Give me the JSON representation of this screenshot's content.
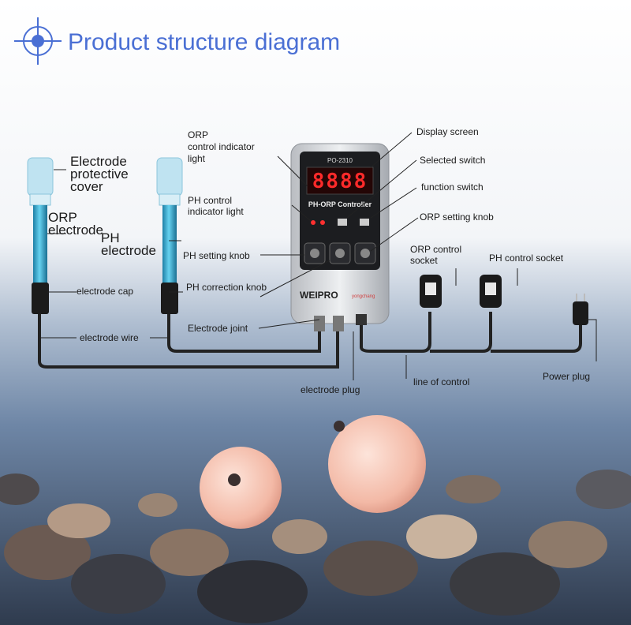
{
  "title": "Product structure diagram",
  "device": {
    "model": "PO-2310",
    "name": "PH-ORP Controller",
    "brand": "WEIPRO",
    "brand_sub": "yongchang",
    "display": "8888"
  },
  "labels": {
    "electrode_protective_cover": [
      "Electrode",
      "protective",
      "cover"
    ],
    "orp_electrode": [
      "ORP",
      "electrode"
    ],
    "ph_electrode": [
      "PH",
      "electrode"
    ],
    "orp_control_indicator_light": [
      "ORP",
      "control indicator",
      "light"
    ],
    "ph_control_indicator_light": [
      "PH control",
      "indicator light"
    ],
    "display_screen": "Display screen",
    "selected_switch": "Selected switch",
    "function_switch": "function switch",
    "orp_setting_knob": "ORP setting knob",
    "ph_setting_knob": "PH setting knob",
    "ph_correction_knob": "PH correction knob",
    "electrode_cap": "electrode cap",
    "electrode_wire": "electrode wire",
    "electrode_joint": "Electrode joint",
    "electrode_plug": "electrode plug",
    "orp_control_socket": [
      "ORP control",
      "socket"
    ],
    "ph_control_socket": "PH control socket",
    "line_of_control": "line of control",
    "power_plug": "Power plug"
  },
  "colors": {
    "title": "#4a6fd4",
    "display_digits": "#ff2a2a",
    "electrode": "#3ab0d6",
    "cap": "#9fd6ea"
  }
}
